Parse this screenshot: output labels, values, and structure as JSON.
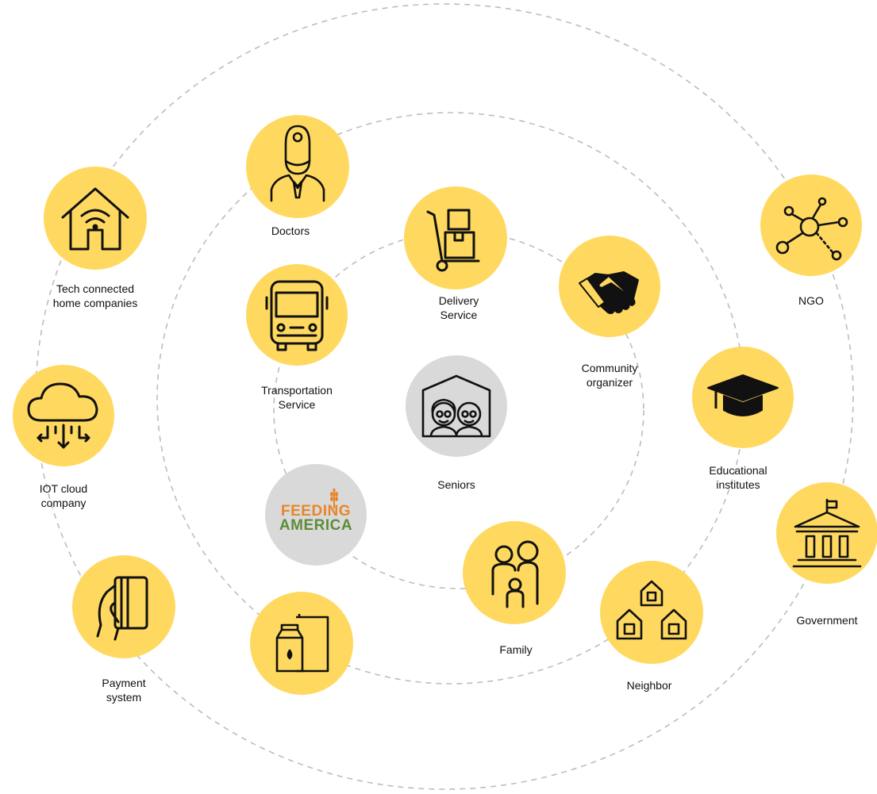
{
  "diagram": {
    "center": {
      "label": "Seniors",
      "icon": "seniors-icon"
    },
    "nodes": [
      {
        "id": "doctors",
        "label": "Doctors",
        "icon": "doctor-icon"
      },
      {
        "id": "tech",
        "label": "Tech connected\nhome companies",
        "icon": "smart-home-icon"
      },
      {
        "id": "delivery",
        "label": "Delivery\nService",
        "icon": "delivery-cart-icon"
      },
      {
        "id": "community",
        "label": "Community\norganizer",
        "icon": "handshake-icon"
      },
      {
        "id": "ngo",
        "label": "NGO",
        "icon": "network-icon"
      },
      {
        "id": "transport",
        "label": "Transportation\nService",
        "icon": "bus-icon"
      },
      {
        "id": "iot",
        "label": "IOT cloud\ncompany",
        "icon": "cloud-icon"
      },
      {
        "id": "education",
        "label": "Educational\ninstitutes",
        "icon": "graduation-cap-icon"
      },
      {
        "id": "government",
        "label": "Government",
        "icon": "government-building-icon"
      },
      {
        "id": "payment",
        "label": "Payment\nsystem",
        "icon": "payment-card-icon"
      },
      {
        "id": "family",
        "label": "Family",
        "icon": "family-icon"
      },
      {
        "id": "neighbor",
        "label": "Neighbor",
        "icon": "neighbor-houses-icon"
      },
      {
        "id": "grocery",
        "label": "",
        "icon": "grocery-icon"
      }
    ],
    "logo": {
      "line1": "FEEDING",
      "line2": "AMERICA"
    },
    "colors": {
      "node": "#FFD95F",
      "center": "#D9D9D9",
      "ring": "#BDBDBD",
      "logo_orange": "#E8862A",
      "logo_green": "#5E8C3A"
    }
  }
}
